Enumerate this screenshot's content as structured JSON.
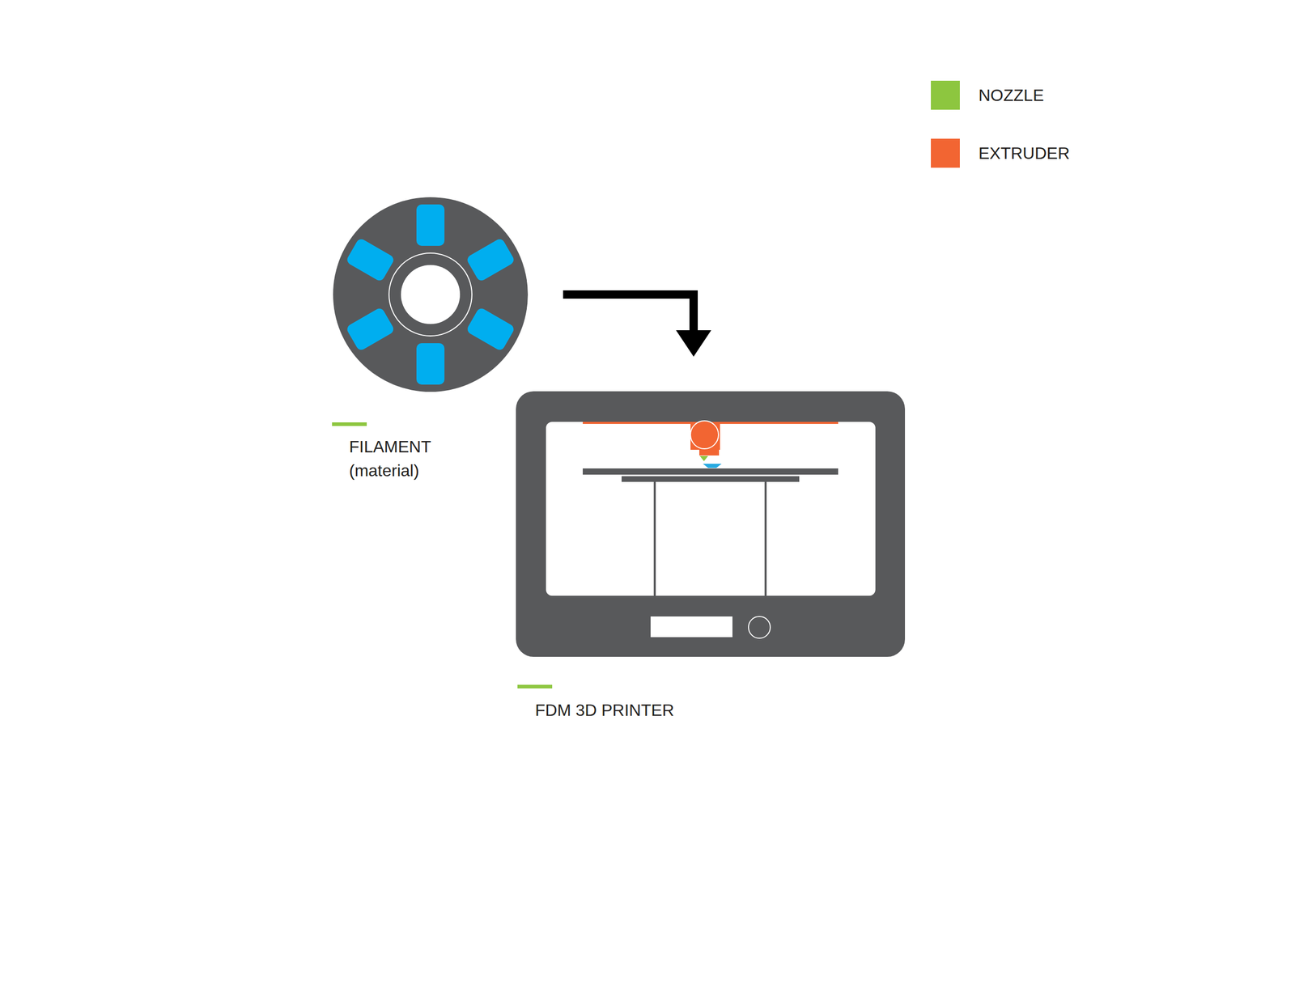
{
  "diagram": {
    "nodes": [
      {
        "text": [
          "FILAMENT (material)"
        ]
      },
      {
        "text": [
          "FDM 3D PRINTER"
        ]
      }
    ],
    "edges": [
      {
        "from": 0,
        "to": 1,
        "arrow": "to"
      }
    ],
    "legend": [
      {
        "text": "NOZZLE",
        "color": "#8dc63f"
      },
      {
        "text": "EXTRUDER",
        "color": "#f26532"
      }
    ]
  }
}
